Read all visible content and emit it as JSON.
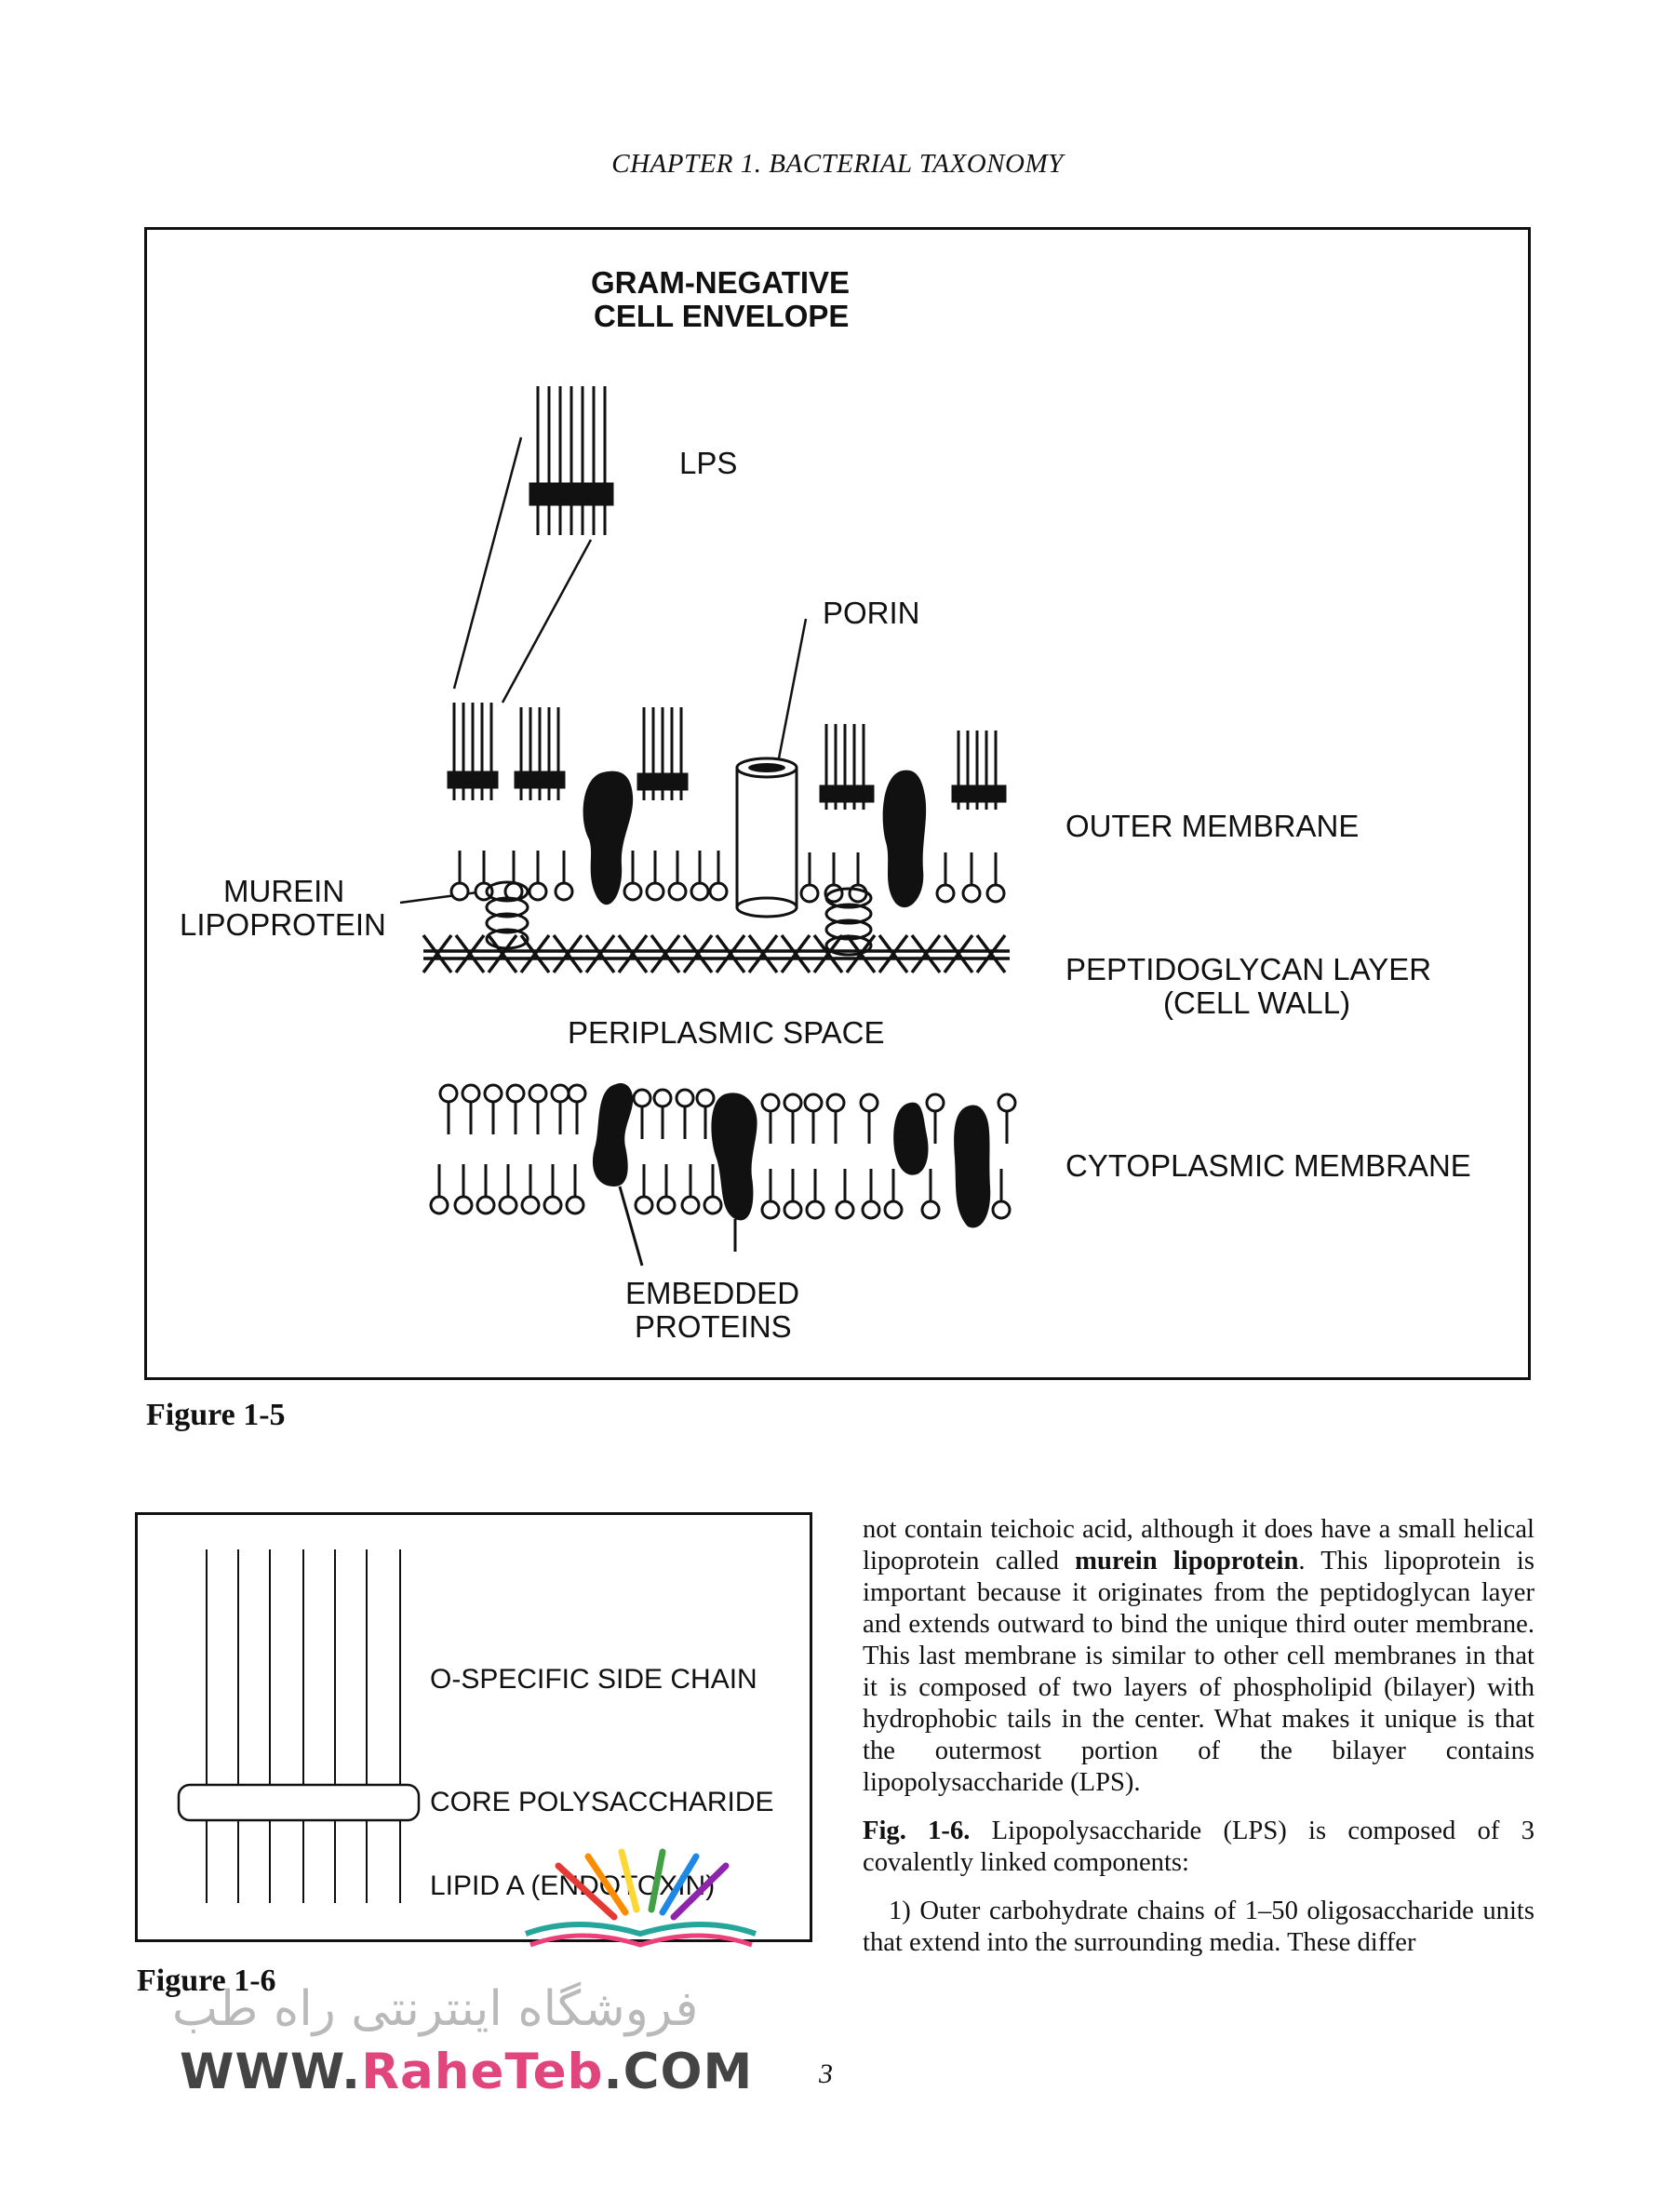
{
  "header": {
    "running_head": "CHAPTER 1.  BACTERIAL TAXONOMY"
  },
  "figure5": {
    "title_line1": "GRAM-NEGATIVE",
    "title_line2": "CELL ENVELOPE",
    "labels": {
      "lps": "LPS",
      "porin": "PORIN",
      "outer_membrane": "OUTER MEMBRANE",
      "murein_line1": "MUREIN",
      "murein_line2": "LIPOPROTEIN",
      "peptidoglycan_line1": "PEPTIDOGLYCAN LAYER",
      "peptidoglycan_line2": "(CELL WALL)",
      "periplasmic": "PERIPLASMIC SPACE",
      "cytoplasmic": "CYTOPLASMIC MEMBRANE",
      "embedded_line1": "EMBEDDED",
      "embedded_line2": "PROTEINS"
    },
    "caption": "Figure 1-5"
  },
  "figure6": {
    "labels": {
      "o_specific": "O-SPECIFIC SIDE CHAIN",
      "core": "CORE POLYSACCHARIDE",
      "lipid_a": "LIPID A (ENDOTOXIN)"
    },
    "caption": "Figure 1-6"
  },
  "body": {
    "p1_before": "not contain teichoic acid, although it does have a small helical lipoprotein called ",
    "p1_bold": "murein lipoprotein",
    "p1_after": ". This lipoprotein is important because it originates from the peptidoglycan layer and extends outward to bind the unique third outer membrane. This last membrane is similar to other cell membranes in that it is composed of two layers of phospholipid (bilayer) with hydrophobic tails in the center. What makes it unique is that the outermost portion of the bilayer contains lipopolysaccharide (LPS).",
    "p2_bold": "Fig. 1-6.",
    "p2_text": "  Lipopolysaccharide (LPS) is composed of 3 covalently linked components:",
    "p3_text": "1) Outer carbohydrate chains of 1–50 oligosaccharide units that extend into the surrounding media. These differ"
  },
  "watermark": {
    "persian": "فروشگاه اینترنتی راه طب",
    "url_prefix": "WWW.",
    "url_accent": "RaheTeb",
    "url_suffix": ".COM"
  },
  "page_number": "3"
}
